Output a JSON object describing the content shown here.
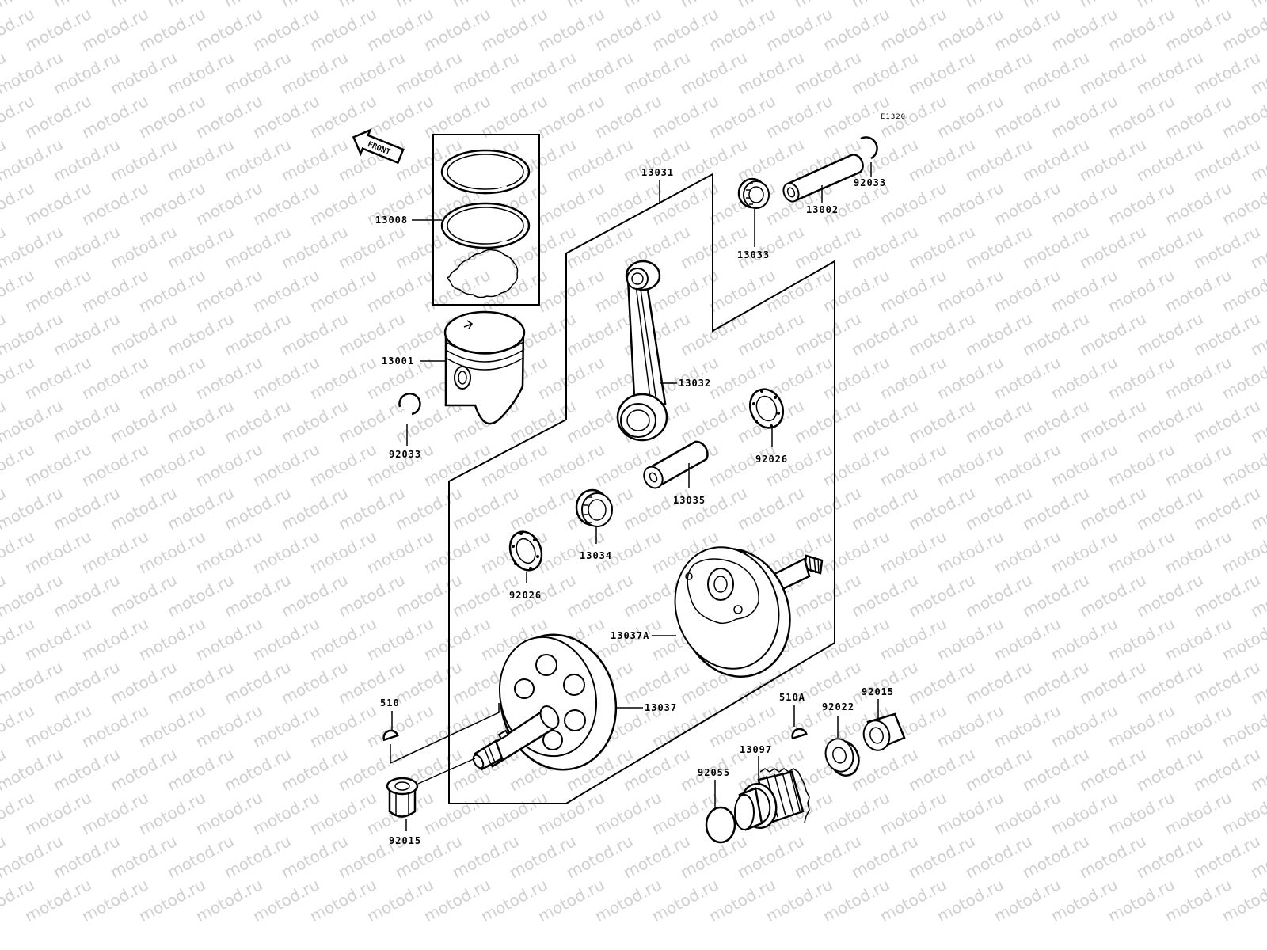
{
  "watermark": "motod.ru",
  "diagram_code": "E1320",
  "front_label": "FRONT",
  "labels": {
    "p13008": "13008",
    "p13001": "13001",
    "p92033a": "92033",
    "p13031": "13031",
    "p13033": "13033",
    "p13002": "13002",
    "p92033b": "92033",
    "p13032": "13032",
    "p92026a": "92026",
    "p13035": "13035",
    "p13034": "13034",
    "p92026b": "92026",
    "p13037A": "13037A",
    "p13037": "13037",
    "p510": "510",
    "p510A": "510A",
    "p92022": "92022",
    "p92015a": "92015",
    "p13097": "13097",
    "p92055": "92055",
    "p92015b": "92015"
  }
}
